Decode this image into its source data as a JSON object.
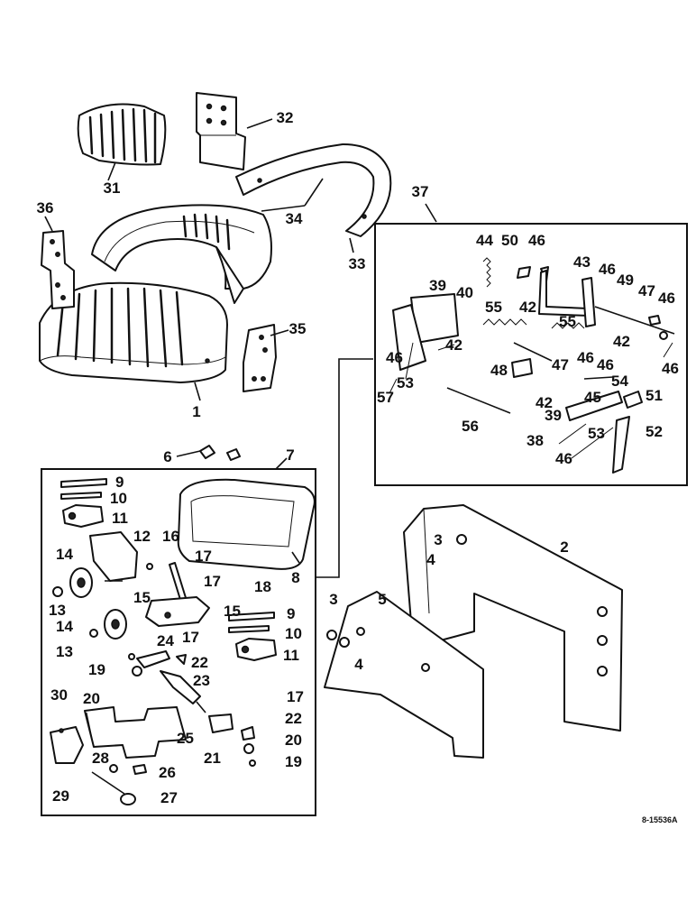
{
  "diagram_code": "8-15536A",
  "groups": {
    "lower_box_label": "7",
    "upper_box_label": "37"
  },
  "labels": {
    "p1": "1",
    "p2": "2",
    "p3a": "3",
    "p3b": "3",
    "p4a": "4",
    "p4b": "4",
    "p5": "5",
    "p6": "6",
    "p8": "8",
    "p9a": "9",
    "p9b": "9",
    "p10a": "10",
    "p10b": "10",
    "p11a": "11",
    "p11b": "11",
    "p12": "12",
    "p13a": "13",
    "p13b": "13",
    "p14a": "14",
    "p14b": "14",
    "p15a": "15",
    "p15b": "15",
    "p16": "16",
    "p17a": "17",
    "p17b": "17",
    "p17c": "17",
    "p17d": "17",
    "p18": "18",
    "p19a": "19",
    "p19b": "19",
    "p20a": "20",
    "p20b": "20",
    "p21": "21",
    "p22a": "22",
    "p22b": "22",
    "p23": "23",
    "p24": "24",
    "p25": "25",
    "p26": "26",
    "p27": "27",
    "p28": "28",
    "p29": "29",
    "p30": "30",
    "p31": "31",
    "p32": "32",
    "p33": "33",
    "p34": "34",
    "p35": "35",
    "p36": "36",
    "p38": "38",
    "p39a": "39",
    "p39b": "39",
    "p40": "40",
    "p42a": "42",
    "p42b": "42",
    "p42c": "42",
    "p42d": "42",
    "p43": "43",
    "p44": "44",
    "p45": "45",
    "p46a": "46",
    "p46b": "46",
    "p46c": "46",
    "p46d": "46",
    "p46e": "46",
    "p46f": "46",
    "p46g": "46",
    "p46h": "46",
    "p47a": "47",
    "p47b": "47",
    "p48": "48",
    "p49": "49",
    "p50": "50",
    "p51": "51",
    "p52": "52",
    "p53a": "53",
    "p53b": "53",
    "p54": "54",
    "p55a": "55",
    "p55b": "55",
    "p56": "56",
    "p57": "57"
  }
}
